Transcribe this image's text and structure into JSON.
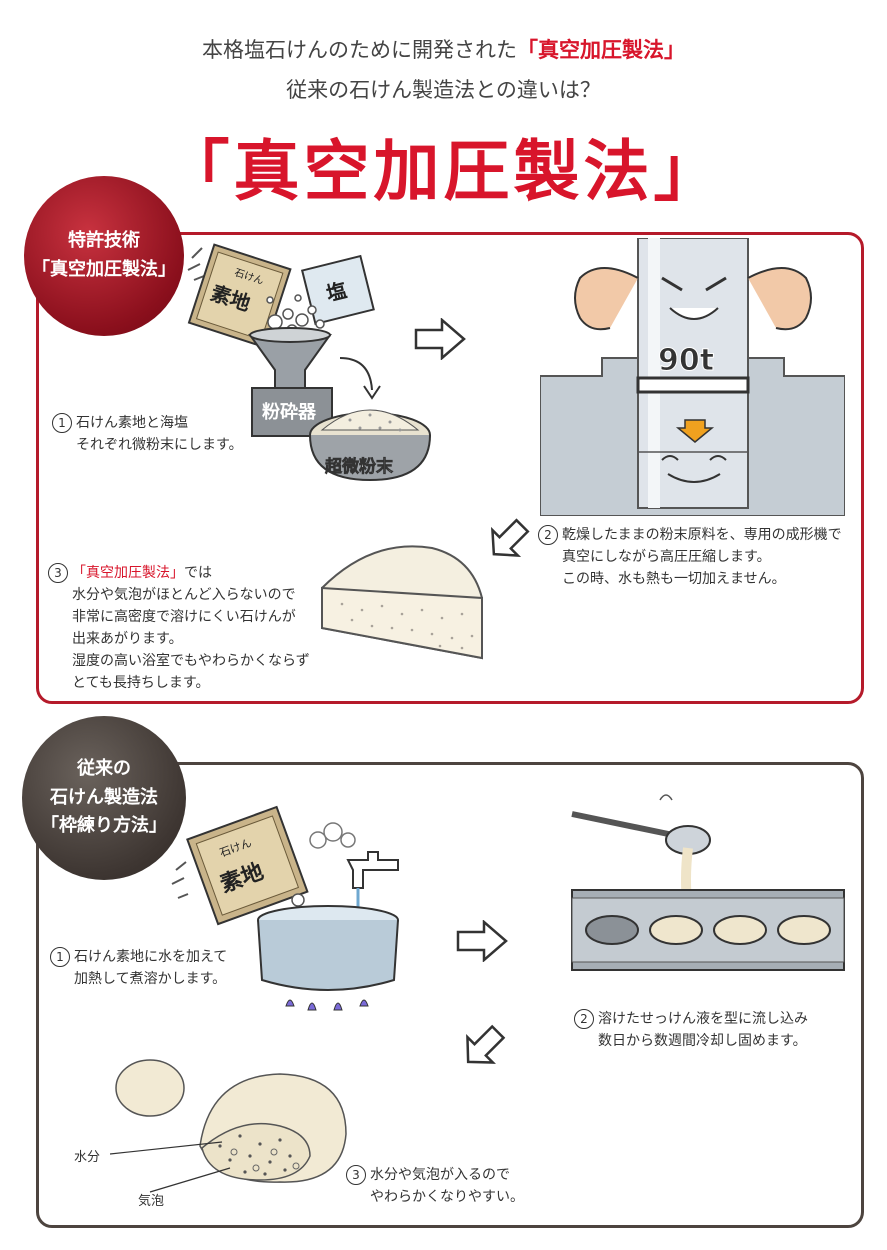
{
  "header": {
    "line1_prefix": "本格塩石けんのために開発された",
    "line1_highlight": "「真空加圧製法」",
    "line2": "従来の石けん製造法との違いは？",
    "title": "「真空加圧製法」"
  },
  "section1": {
    "badge_line1": "特許技術",
    "badge_line2": "「真空加圧製法」",
    "bag_small": "石けん",
    "bag_label": "素地",
    "salt_label": "塩",
    "crusher_label": "粉砕器",
    "powder_label": "超微粉末",
    "press_label": "90t",
    "step1_num": "1",
    "step1_line1": "石けん素地と海塩",
    "step1_line2": "それぞれ微粉末にします。",
    "step2_num": "2",
    "step2_line1": "乾燥したままの粉末原料を、専用の成形機で",
    "step2_line2": "真空にしながら高圧圧縮します。",
    "step2_line3": "この時、水も熱も一切加えません。",
    "step3_num": "3",
    "step3_highlight": "「真空加圧製法」",
    "step3_after": "では",
    "step3_line2": "水分や気泡がほとんど入らないので",
    "step3_line3": "非常に高密度で溶けにくい石けんが",
    "step3_line4": "出来あがります。",
    "step3_line5": "湿度の高い浴室でもやわらかくならず",
    "step3_line6": "とても長持ちします。"
  },
  "section2": {
    "badge_line1": "従来の",
    "badge_line2": "石けん製造法",
    "badge_line3": "「枠練り方法」",
    "bag_small": "石けん",
    "bag_label": "素地",
    "step1_num": "1",
    "step1_line1": "石けん素地に水を加えて",
    "step1_line2": "加熱して煮溶かします。",
    "step2_num": "2",
    "step2_line1": "溶けたせっけん液を型に流し込み",
    "step2_line2": "数日から数週間冷却し固めます。",
    "step3_num": "3",
    "step3_line1": "水分や気泡が入るので",
    "step3_line2": "やわらかくなりやすい。",
    "label_water": "水分",
    "label_bubble": "気泡"
  }
}
